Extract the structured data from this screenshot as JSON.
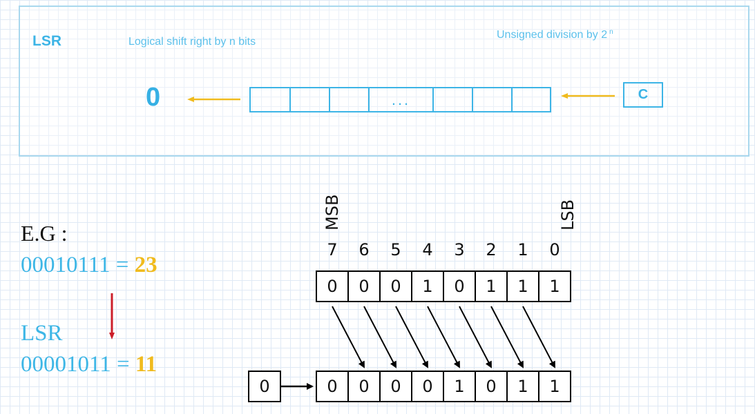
{
  "header": {
    "title": "LSR",
    "subtitle": "Logical shift right by n bits",
    "division_text": "Unsigned division by 2",
    "division_exp": "n",
    "shift_in_value": "0",
    "register_ellipsis": "...",
    "carry_label": "C"
  },
  "example": {
    "label": "E.G :",
    "before_binary": "00010111 = ",
    "before_decimal": "23",
    "op": "LSR",
    "after_binary": "00001011 = ",
    "after_decimal": "11"
  },
  "diagram": {
    "msb_label": "MSB",
    "lsb_label": "LSB",
    "indices": [
      "7",
      "6",
      "5",
      "4",
      "3",
      "2",
      "1",
      "0"
    ],
    "top_bits": [
      "0",
      "0",
      "0",
      "1",
      "0",
      "1",
      "1",
      "1"
    ],
    "bottom_bits": [
      "0",
      "0",
      "0",
      "0",
      "1",
      "0",
      "1",
      "1"
    ],
    "input_bit": "0"
  },
  "colors": {
    "accent_blue": "#3cb4e6",
    "arrow_orange": "#f0bb1e",
    "arrow_red": "#cc1f2a"
  }
}
